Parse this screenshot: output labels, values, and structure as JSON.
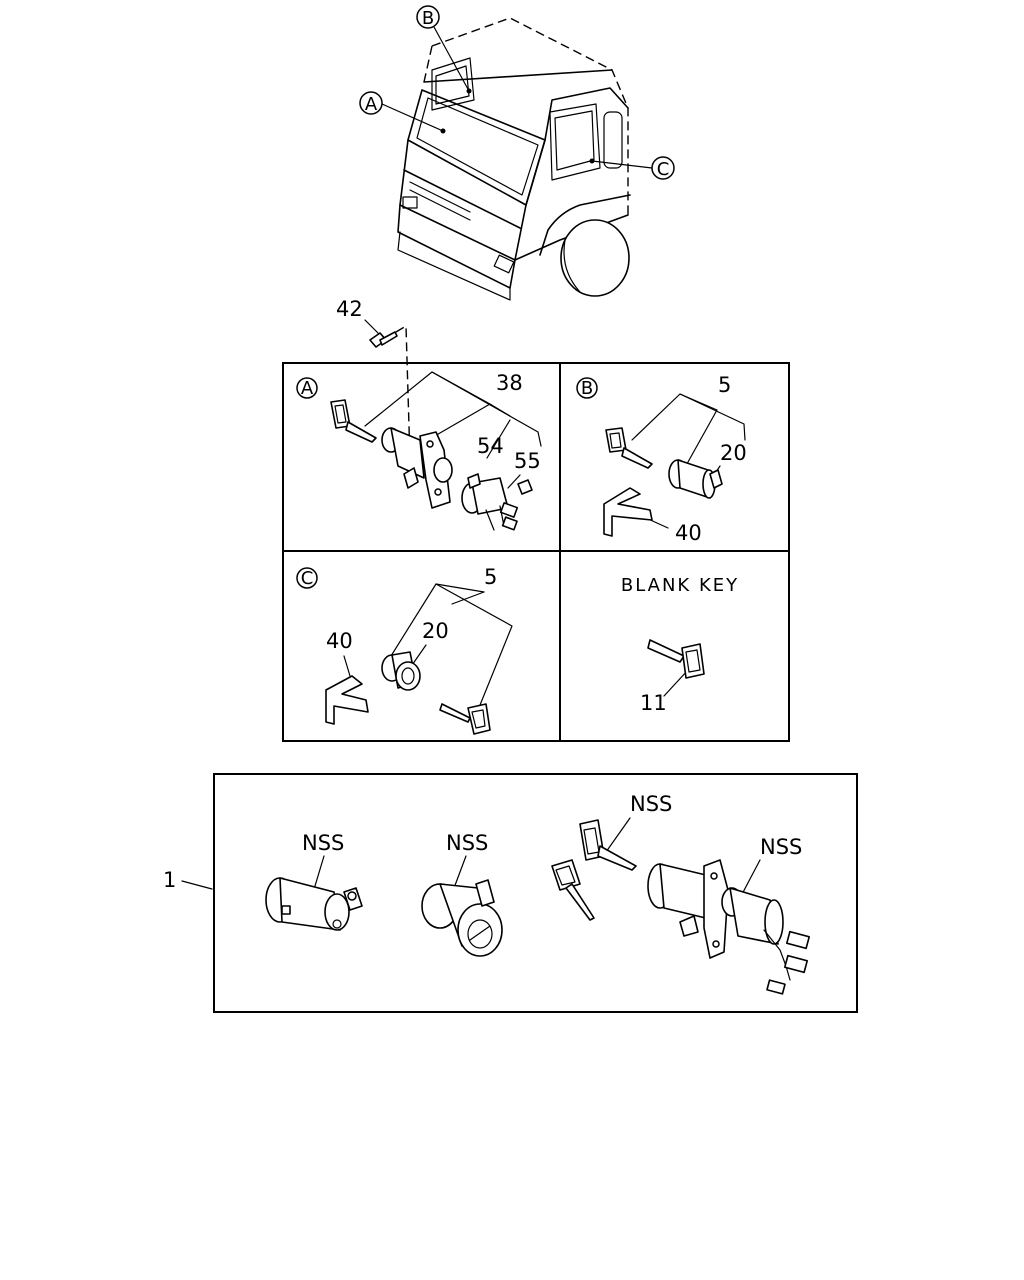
{
  "callouts": {
    "view_a": "A",
    "view_b": "B",
    "view_c": "C"
  },
  "parts": {
    "p1": "1",
    "p5_b": "5",
    "p5_c": "5",
    "p11": "11",
    "p20_b": "20",
    "p20_c": "20",
    "p38": "38",
    "p40_b": "40",
    "p40_c": "40",
    "p42": "42",
    "p54": "54",
    "p55": "55"
  },
  "blank_key_title": "BLANK KEY",
  "nss_labels": [
    "NSS",
    "NSS",
    "NSS",
    "NSS"
  ]
}
